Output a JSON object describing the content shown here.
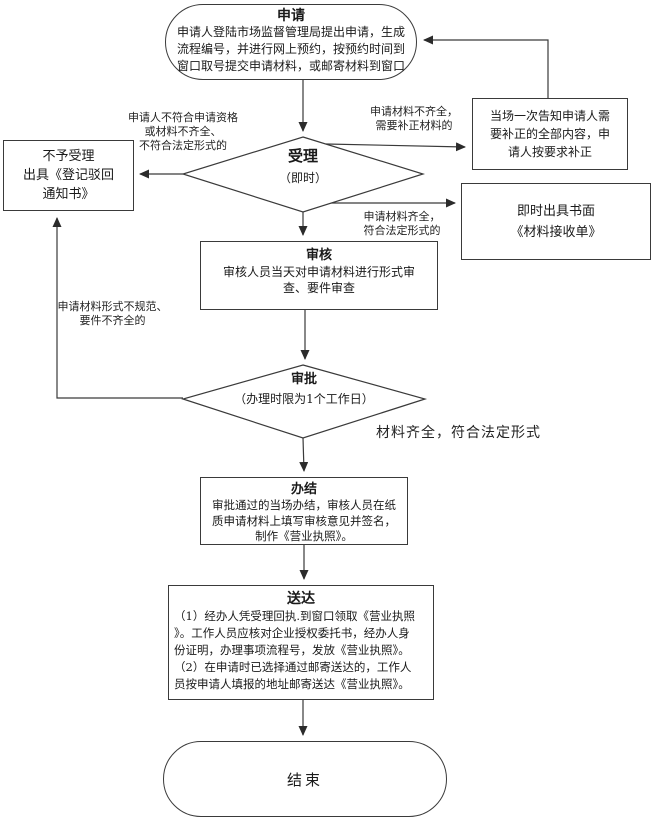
{
  "colors": {
    "line": "#3a3a3a",
    "text": "#1a1a1a",
    "background": "#ffffff"
  },
  "flowchart": {
    "nodes": {
      "apply": {
        "title": "申请",
        "body": "申请人登陆市场监督管理局提出申请，生成\n流程编号，并进行网上预约，按预约时间到\n窗口取号提交申请材料，或邮寄材料到窗口"
      },
      "accept": {
        "title": "受理",
        "subtitle": "（即时）"
      },
      "reject": {
        "body": "不予受理\n出具《登记驳回\n通知书》"
      },
      "supplement": {
        "body": "当场一次告知申请人需\n要补正的全部内容，申\n请人按要求补正"
      },
      "receipt": {
        "body": "即时出具书面\n《材料接收单》"
      },
      "review": {
        "title": "审核",
        "body": "审核人员当天对申请材料进行形式审\n查、要件审查"
      },
      "approve": {
        "title": "审批",
        "subtitle": "（办理时限为1个工作日）"
      },
      "complete": {
        "title": "办结",
        "body": "审批通过的当场办结，审核人员在纸\n质申请材料上填写审核意见并签名，\n制作《营业执照》。"
      },
      "deliver": {
        "title": "送达",
        "body": "（1）经办人凭受理回执.到窗口领取《营业执照\n》。工作人员应核对企业授权委托书，经办人身\n份证明，办理事项流程号，发放《营业执照》。\n（2）在申请时已选择通过邮寄送达的，工作人\n员按申请人填报的地址邮寄送达《营业执照》。"
      },
      "end": {
        "title": "结束"
      }
    },
    "edge_labels": {
      "not_qualified": "申请人不符合申请资格\n或材料不齐全、\n不符合法定形式的",
      "need_supplement": "申请材料不齐全，\n需要补正材料的",
      "complete_lawful": "申请材料齐全，\n符合法定形式的",
      "form_irregular": "申请材料形式不规范、\n要件不齐全的",
      "approved": "材料齐全，符合法定形式"
    }
  }
}
